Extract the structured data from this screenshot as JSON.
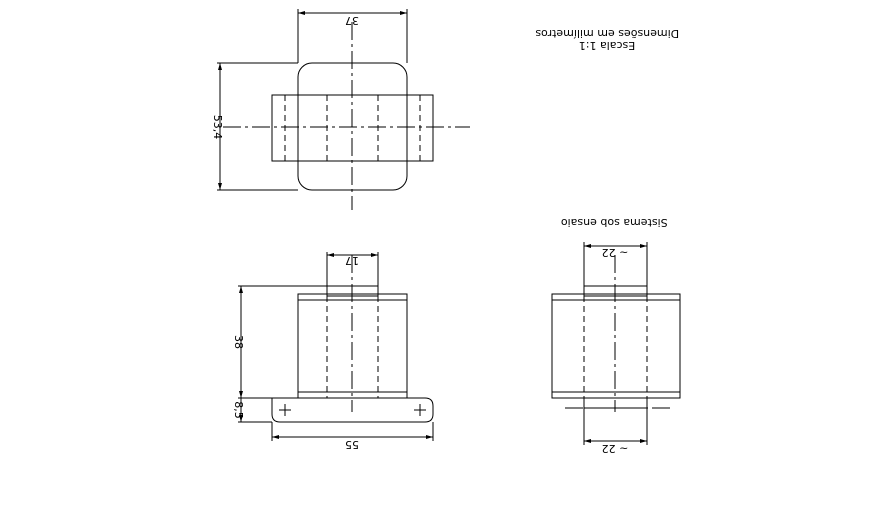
{
  "notes": {
    "units": "Dimensões em milímetros",
    "scale": "Escala 1:1",
    "system": "Sistema sob ensaio"
  },
  "dims": {
    "top_width": "37",
    "top_height": "53,4",
    "front_width_top": "17",
    "front_height": "38",
    "base_height": "8,5",
    "base_width": "55",
    "side_width_top": "~ 22",
    "side_width_bottom": "~ 22"
  }
}
